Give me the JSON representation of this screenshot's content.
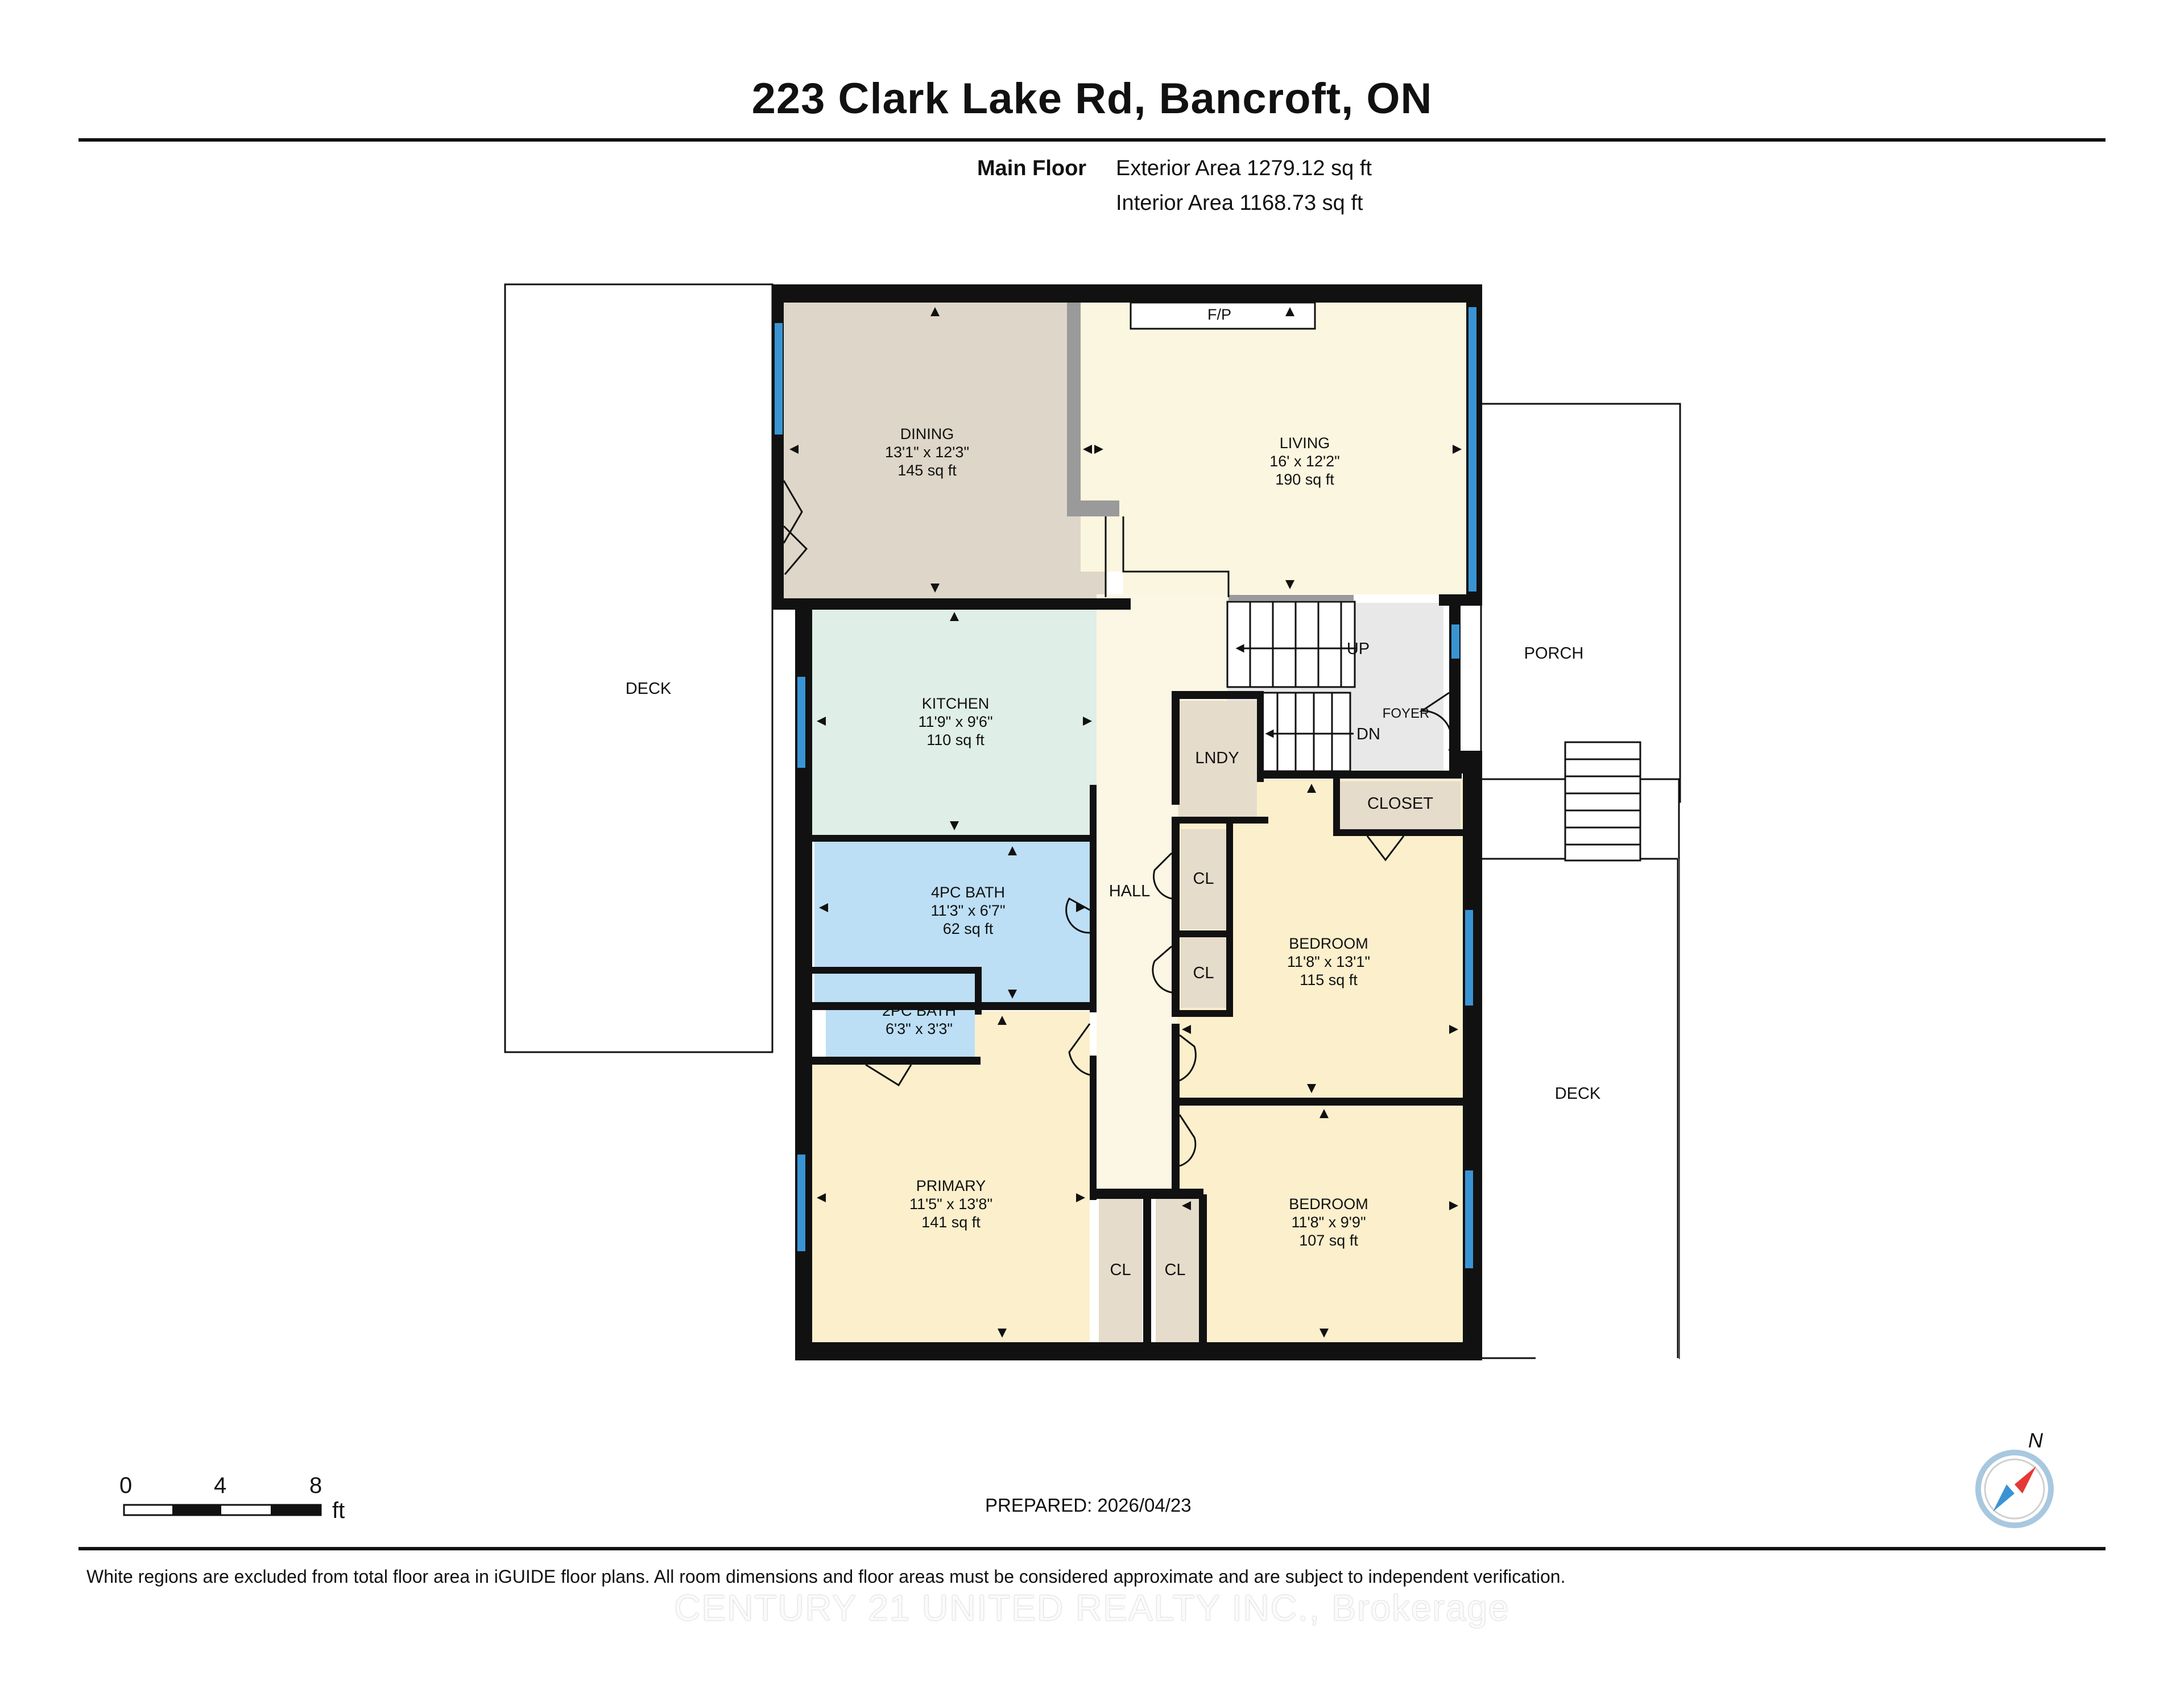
{
  "title": "223 Clark Lake Rd, Bancroft, ON",
  "floor": {
    "name": "Main Floor",
    "exterior_area": "Exterior Area 1279.12 sq ft",
    "interior_area": "Interior Area 1168.73 sq ft"
  },
  "rooms": {
    "dining": {
      "name": "DINING",
      "dims": "13'1\" x 12'3\"",
      "area": "145 sq ft"
    },
    "living": {
      "name": "LIVING",
      "dims": "16' x 12'2\"",
      "area": "190 sq ft"
    },
    "kitchen": {
      "name": "KITCHEN",
      "dims": "11'9\" x 9'6\"",
      "area": "110 sq ft"
    },
    "bath4": {
      "name": "4PC BATH",
      "dims": "11'3\" x 6'7\"",
      "area": "62 sq ft"
    },
    "bath2": {
      "name": "2PC BATH",
      "dims": "6'3\" x 3'3\""
    },
    "primary": {
      "name": "PRIMARY",
      "dims": "11'5\" x 13'8\"",
      "area": "141 sq ft"
    },
    "bedroom1": {
      "name": "BEDROOM",
      "dims": "11'8\" x 13'1\"",
      "area": "115 sq ft"
    },
    "bedroom2": {
      "name": "BEDROOM",
      "dims": "11'8\" x 9'9\"",
      "area": "107 sq ft"
    }
  },
  "labels": {
    "fp": "F/P",
    "up": "UP",
    "dn": "DN",
    "foyer": "FOYER",
    "lndy": "LNDY",
    "closet": "CLOSET",
    "hall": "HALL",
    "cl": "CL",
    "deck_left": "DECK",
    "deck_right": "DECK",
    "porch": "PORCH"
  },
  "scale": {
    "t0": "0",
    "t4": "4",
    "t8": "8",
    "unit": "ft"
  },
  "compass": {
    "label": "N"
  },
  "prepared": "PREPARED: 2026/04/23",
  "footer_note": "White regions are excluded from total floor area in iGUIDE floor plans. All room dimensions and floor areas must be considered approximate and are subject to independent verification.",
  "brokerage": "CENTURY 21 UNITED REALTY INC., Brokerage",
  "colors": {
    "dining": "#ded6c8",
    "living": "#fbf6df",
    "kitchen": "#dfeee6",
    "bath": "#bcdff5",
    "bedroom": "#fbefcc",
    "closet": "#e6dccb",
    "foyer": "#e8e8e8",
    "hall": "#fbf7e4",
    "wall": "#111111",
    "window": "#3a94d4"
  }
}
